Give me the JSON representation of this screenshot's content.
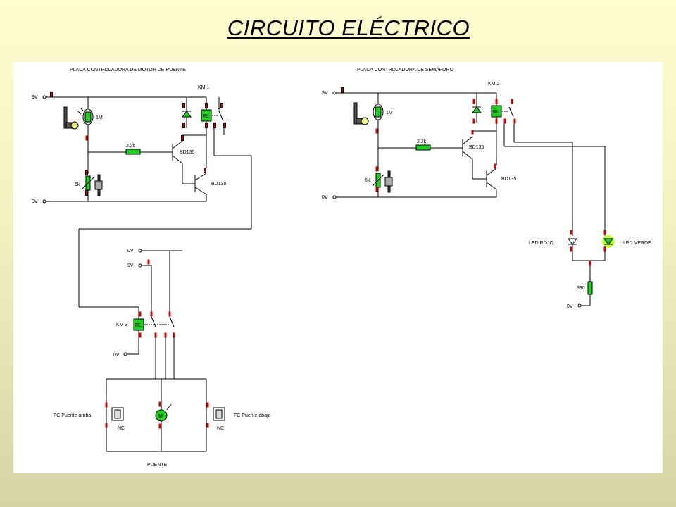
{
  "title": "CIRCUITO ELÉCTRICO",
  "colors": {
    "wire": "#000000",
    "terminal": "#cc0000",
    "component": "#22cc22",
    "led_glow": "#bbff44",
    "background": "#fffdd0"
  },
  "boards": {
    "motor": {
      "title": "PLACA CONTROLADORA DE MOTOR DE PUENTE",
      "supply_label": "9V",
      "ground_label": "0V",
      "relay_name": "KM 1",
      "relay_label": "RL",
      "ldr_label": "1M",
      "resistor_label": "2.2k",
      "pot_label": "6k",
      "transistor1_label": "BD135",
      "transistor2_label": "BD135",
      "lamp_icon": "lamp-icon"
    },
    "traffic": {
      "title": "PLACA CONTROLADORA DE SEMÁFORO",
      "supply_label": "9V",
      "ground_label": "0V",
      "relay_name": "KM 2",
      "relay_label": "RL",
      "ldr_label": "1M",
      "resistor_label": "2.2k",
      "pot_label": "6k",
      "transistor1_label": "BD135",
      "transistor2_label": "BD135",
      "led_red_label": "LED ROJO",
      "led_green_label": "LED VERDE",
      "led_resistor_label": "330",
      "led_ground_label": "0V"
    },
    "bridge": {
      "ground_label_top": "0V",
      "supply_label": "9V",
      "relay_name": "KM 3",
      "relay_label": "RL",
      "ground_label_bottom": "0V",
      "switch_up_label": "FC Puente arriba",
      "switch_down_label": "FC Puente abajo",
      "nc_left_label": "NC",
      "nc_right_label": "NC",
      "motor_label": "M",
      "bridge_label": "PUENTE"
    }
  }
}
